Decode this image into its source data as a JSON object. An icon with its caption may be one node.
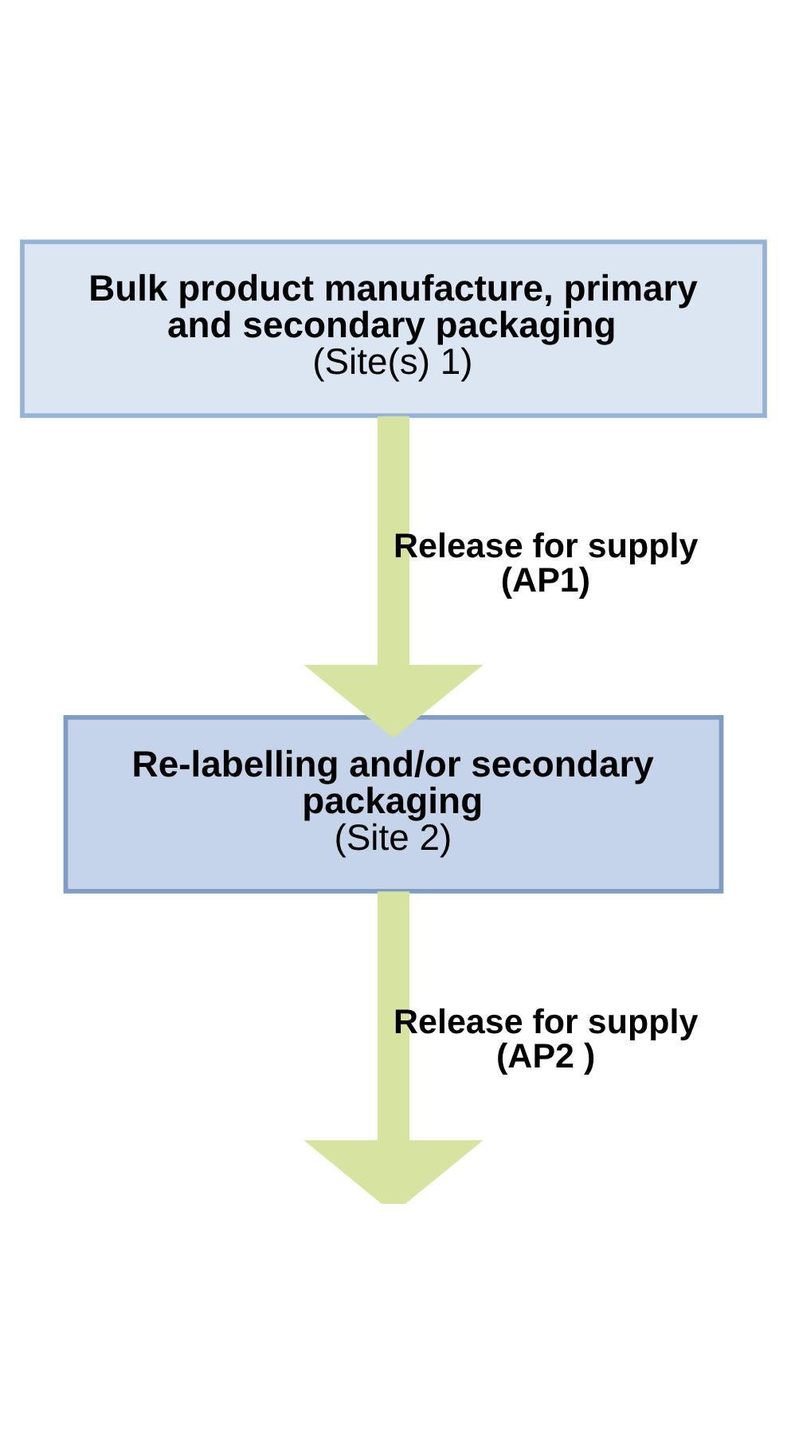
{
  "diagram": {
    "nodes": [
      {
        "text": [
          "Bulk product manufacture, primary and secondary packaging",
          "(Site(s) 1)"
        ]
      },
      {
        "text": [
          "Re-labelling and/or secondary packaging",
          "(Site 2)"
        ]
      }
    ],
    "edges": [
      {
        "from": 0,
        "to": 1,
        "arrow": "to",
        "label": "Release for supply (AP1)"
      },
      {
        "from": 1,
        "to": null,
        "arrow": "to",
        "label": "Release for supply (AP2 )"
      }
    ]
  }
}
